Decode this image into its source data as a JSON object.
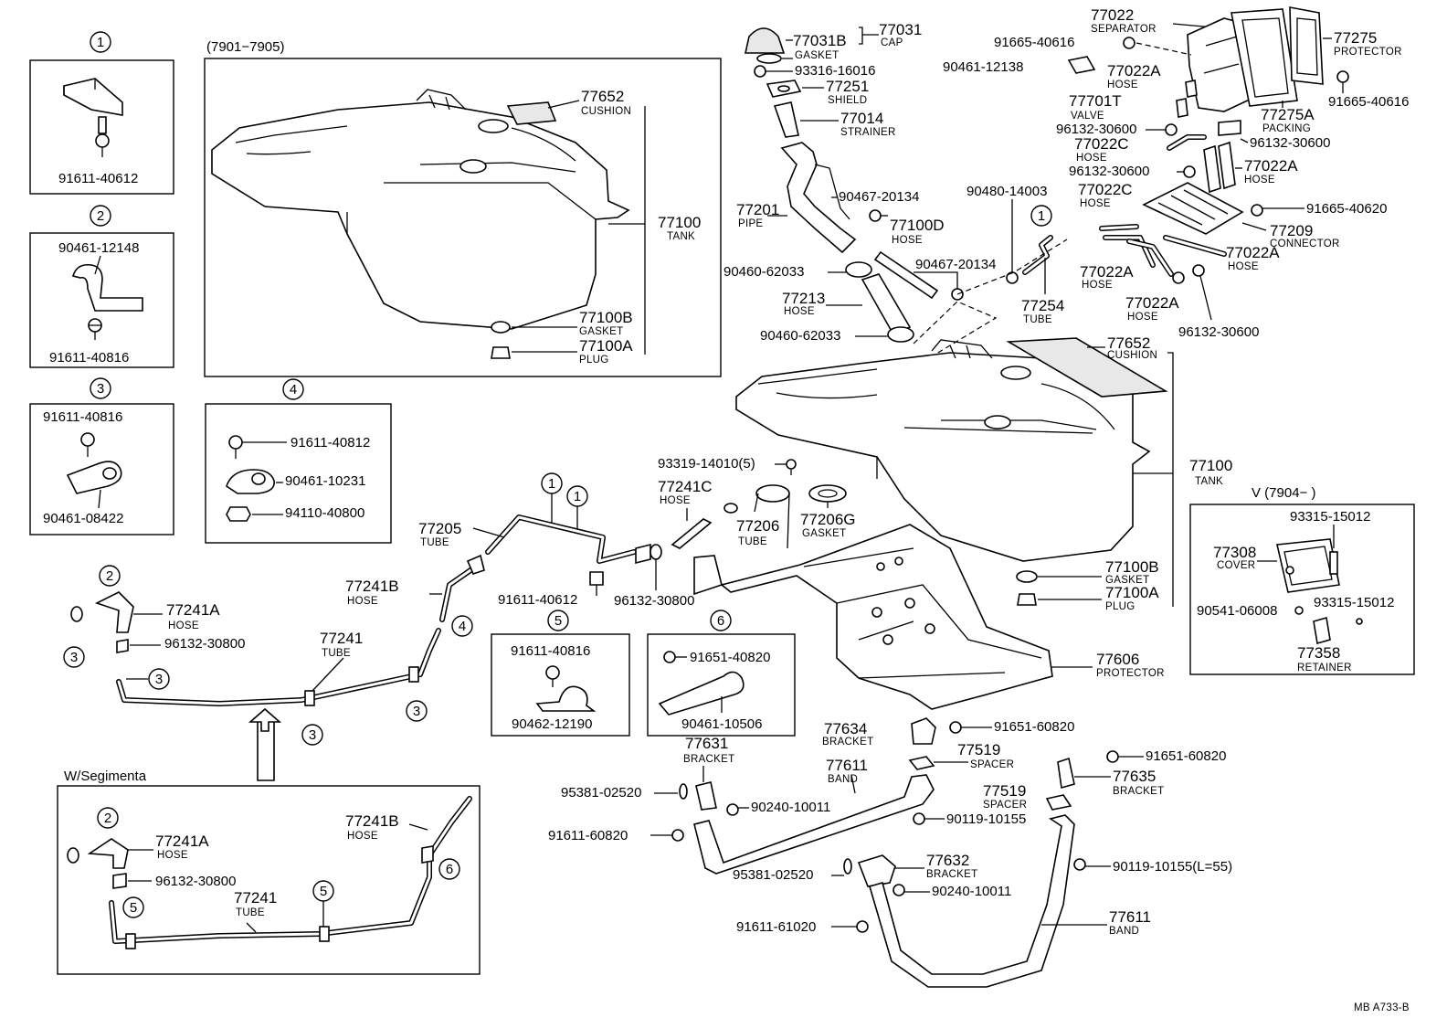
{
  "parts": {
    "p77031": {
      "num": "77031",
      "name": "CAP"
    },
    "p77031B": {
      "num": "77031B",
      "name": "GASKET"
    },
    "p93316": {
      "num": "93316-16016"
    },
    "p77251": {
      "num": "77251",
      "name": "SHIELD"
    },
    "p77014": {
      "num": "77014",
      "name": "STRAINER"
    },
    "p77201": {
      "num": "77201",
      "name": "PIPE"
    },
    "p90467a": {
      "num": "90467-20134"
    },
    "p77100D": {
      "num": "77100D",
      "name": "HOSE"
    },
    "p90467b": {
      "num": "90467-20134"
    },
    "p90460a": {
      "num": "90460-62033"
    },
    "p77213": {
      "num": "77213",
      "name": "HOSE"
    },
    "p90460b": {
      "num": "90460-62033"
    },
    "p90480": {
      "num": "90480-14003"
    },
    "p77254": {
      "num": "77254",
      "name": "TUBE"
    },
    "p77022": {
      "num": "77022",
      "name": "SEPARATOR"
    },
    "p91665a": {
      "num": "91665-40616"
    },
    "p90461_12138": {
      "num": "90461-12138"
    },
    "p77022A_1": {
      "num": "77022A",
      "name": "HOSE"
    },
    "p77701T": {
      "num": "77701T",
      "name": "VALVE"
    },
    "p96132a": {
      "num": "96132-30600"
    },
    "p77022C_1": {
      "num": "77022C",
      "name": "HOSE"
    },
    "p96132b": {
      "num": "96132-30600"
    },
    "p77022C_2": {
      "num": "77022C",
      "name": "HOSE"
    },
    "p77275": {
      "num": "77275",
      "name": "PROTECTOR"
    },
    "p91665b": {
      "num": "91665-40616"
    },
    "p77275A": {
      "num": "77275A",
      "name": "PACKING"
    },
    "p96132c": {
      "num": "96132-30600"
    },
    "p77022A_2": {
      "num": "77022A",
      "name": "HOSE"
    },
    "p91665c": {
      "num": "91665-40620"
    },
    "p77209": {
      "num": "77209",
      "name": "CONNECTOR"
    },
    "p77022A_3": {
      "num": "77022A",
      "name": "HOSE"
    },
    "p77022A_4": {
      "num": "77022A",
      "name": "HOSE"
    },
    "p77022A_5": {
      "num": "77022A",
      "name": "HOSE"
    },
    "p96132d": {
      "num": "96132-30600"
    },
    "p77652a": {
      "num": "77652",
      "name": "CUSHION"
    },
    "p77100a": {
      "num": "77100",
      "name": "TANK"
    },
    "p77100Ba": {
      "num": "77100B",
      "name": "GASKET"
    },
    "p77100Aa": {
      "num": "77100A",
      "name": "PLUG"
    },
    "p77652b": {
      "num": "77652",
      "name": "CUSHION"
    },
    "p77100b": {
      "num": "77100",
      "name": "TANK"
    },
    "p77100Bb": {
      "num": "77100B",
      "name": "GASKET"
    },
    "p77100Ab": {
      "num": "77100A",
      "name": "PLUG"
    },
    "p93319": {
      "num": "93319-14010(5)"
    },
    "p77241C": {
      "num": "77241C",
      "name": "HOSE"
    },
    "p77206": {
      "num": "77206",
      "name": "TUBE"
    },
    "p77206G": {
      "num": "77206G",
      "name": "GASKET"
    },
    "p77205": {
      "num": "77205",
      "name": "TUBE"
    },
    "p77241B": {
      "num": "77241B",
      "name": "HOSE"
    },
    "p91611_40612b": {
      "num": "91611-40612"
    },
    "p96132_30800": {
      "num": "96132-30800"
    },
    "p77241A": {
      "num": "77241A",
      "name": "HOSE"
    },
    "p96132_30800b": {
      "num": "96132-30800"
    },
    "p77241": {
      "num": "77241",
      "name": "TUBE"
    },
    "p77606": {
      "num": "77606",
      "name": "PROTECTOR"
    },
    "p77634": {
      "num": "77634",
      "name": "BRACKET"
    },
    "p91651_60820a": {
      "num": "91651-60820"
    },
    "p77631": {
      "num": "77631",
      "name": "BRACKET"
    },
    "p77611a": {
      "num": "77611",
      "name": "BAND"
    },
    "p77519a": {
      "num": "77519",
      "name": "SPACER"
    },
    "p91651_60820b": {
      "num": "91651-60820"
    },
    "p77635": {
      "num": "77635",
      "name": "BRACKET"
    },
    "p95381a": {
      "num": "95381-02520"
    },
    "p90240a": {
      "num": "90240-10011"
    },
    "p77519b": {
      "num": "77519",
      "name": "SPACER"
    },
    "p90119a": {
      "num": "90119-10155"
    },
    "p91611_60820": {
      "num": "91611-60820"
    },
    "p77632": {
      "num": "77632",
      "name": "BRACKET"
    },
    "p95381b": {
      "num": "95381-02520"
    },
    "p90119b": {
      "num": "90119-10155(L=55)"
    },
    "p90240b": {
      "num": "90240-10011"
    },
    "p91611_61020": {
      "num": "91611-61020"
    },
    "p77611b": {
      "num": "77611",
      "name": "BAND"
    },
    "p93315a": {
      "num": "93315-15012"
    },
    "p77308": {
      "num": "77308",
      "name": "COVER"
    },
    "p90541": {
      "num": "90541-06008"
    },
    "p93315b": {
      "num": "93315-15012"
    },
    "p77358": {
      "num": "77358",
      "name": "RETAINER"
    },
    "seg_77241A": {
      "num": "77241A",
      "name": "HOSE"
    },
    "seg_96132": {
      "num": "96132-30800"
    },
    "seg_77241": {
      "num": "77241",
      "name": "TUBE"
    },
    "seg_77241B": {
      "num": "77241B",
      "name": "HOSE"
    }
  },
  "boxes": {
    "b1": {
      "ref": "1",
      "part": "91611-40612"
    },
    "b2": {
      "ref": "2",
      "part_a": "90461-12148",
      "part_b": "91611-40816"
    },
    "b3": {
      "ref": "3",
      "part_a": "91611-40816",
      "part_b": "90461-08422"
    },
    "b4": {
      "ref": "4",
      "part_a": "91611-40812",
      "part_b": "90461-10231",
      "part_c": "94110-40800"
    },
    "b5": {
      "ref": "5",
      "part_a": "91611-40816",
      "part_b": "90462-12190"
    },
    "b6": {
      "ref": "6",
      "part_a": "91651-40820",
      "part_b": "90461-10506"
    },
    "early": {
      "title": "(7901−7905)"
    },
    "v": {
      "title": "V (7904−          )"
    },
    "seg": {
      "title": "W/Segimenta"
    }
  },
  "refs": {
    "r1": "1",
    "r2": "2",
    "r3": "3",
    "r4": "4",
    "r5": "5",
    "r6": "6"
  },
  "footer": {
    "code": "MB  A733-B"
  }
}
